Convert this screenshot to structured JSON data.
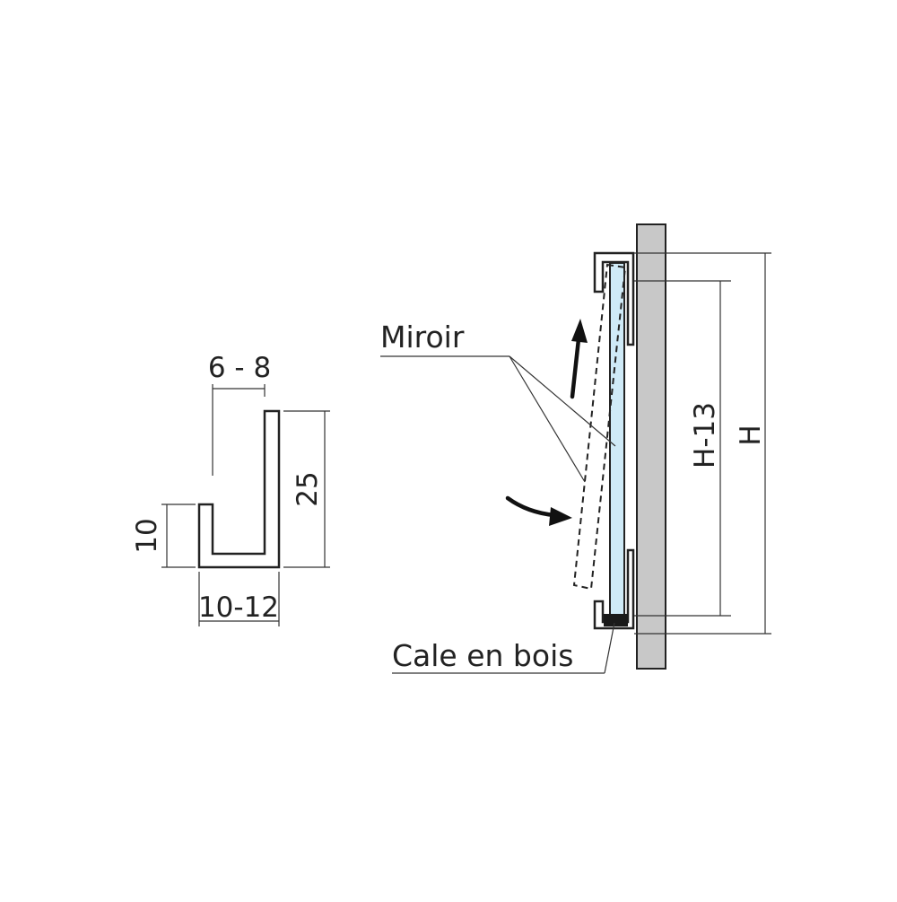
{
  "profile_detail": {
    "dim_opening": "6 - 8",
    "dim_height": "25",
    "dim_lip": "10",
    "dim_width": "10-12"
  },
  "installation": {
    "label_mirror": "Miroir",
    "label_wedge": "Cale en bois",
    "dim_inner": "H-13",
    "dim_total": "H"
  },
  "colors": {
    "stroke": "#222222",
    "wall_fill": "#c8c8c8",
    "glass_fill": "#cfeaf7",
    "wedge_fill": "#1a1a1a"
  }
}
